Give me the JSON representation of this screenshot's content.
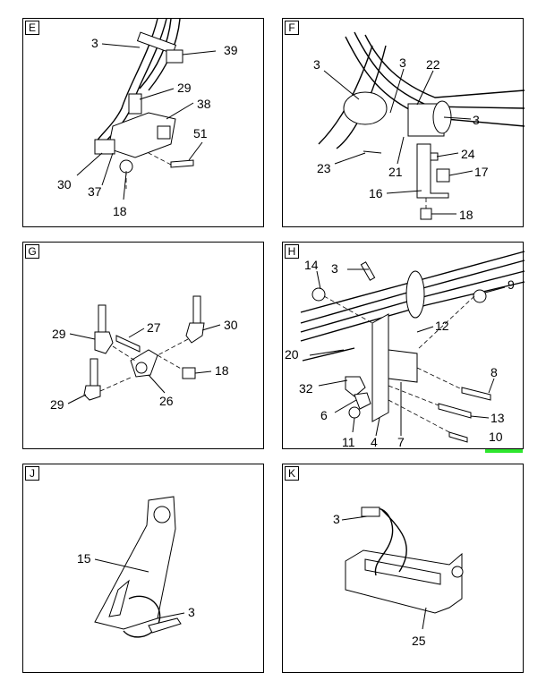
{
  "panels": [
    {
      "id": "E",
      "callouts": [
        "3",
        "39",
        "29",
        "38",
        "51",
        "30",
        "37",
        "18"
      ]
    },
    {
      "id": "F",
      "callouts": [
        "3",
        "3",
        "22",
        "3",
        "24",
        "17",
        "23",
        "21",
        "16",
        "18"
      ]
    },
    {
      "id": "G",
      "callouts": [
        "29",
        "27",
        "30",
        "18",
        "26",
        "29"
      ]
    },
    {
      "id": "H",
      "callouts": [
        "14",
        "3",
        "9",
        "12",
        "20",
        "8",
        "32",
        "6",
        "13",
        "10",
        "11",
        "4",
        "7"
      ]
    },
    {
      "id": "J",
      "callouts": [
        "15",
        "3"
      ]
    },
    {
      "id": "K",
      "callouts": [
        "3",
        "25"
      ]
    }
  ],
  "highlight": {
    "label": "10",
    "color": "#2ee62e"
  }
}
